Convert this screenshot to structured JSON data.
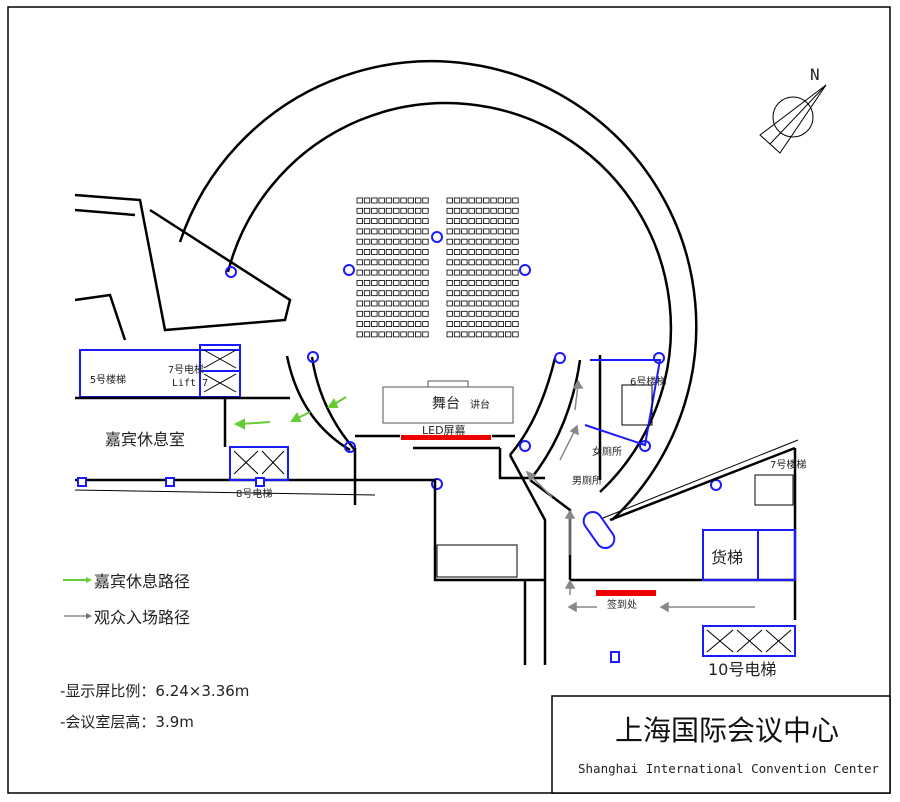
{
  "title": {
    "zh": "上海国际会议中心",
    "en": "Shanghai International Convention Center"
  },
  "compass": {
    "north_label": "N"
  },
  "rooms": {
    "stair_5": "5号楼梯",
    "lift_7": "7号电梯",
    "lift_7_en": "Lift 7",
    "guest_lounge": "嘉宾休息室",
    "lift_8": "8号电梯",
    "stage": "舞台",
    "podium": "讲台",
    "led_screen": "LED屏幕",
    "stair_6": "6号楼梯",
    "womens_restroom": "女厕所",
    "mens_restroom": "男厕所",
    "stair_7": "7号楼梯",
    "freight_lift": "货梯",
    "checkin": "签到处",
    "lift_10": "10号电梯"
  },
  "legend": {
    "guest_path": "嘉宾休息路径",
    "audience_path": "观众入场路径"
  },
  "notes": {
    "screen_ratio": "-显示屏比例：6.24×3.36m",
    "floor_height": "-会议室层高：3.9m"
  },
  "colors": {
    "guest_path": "#66cc33",
    "audience_path": "#888888",
    "structure": "#1a1aff",
    "highlight": "#ee0000"
  }
}
